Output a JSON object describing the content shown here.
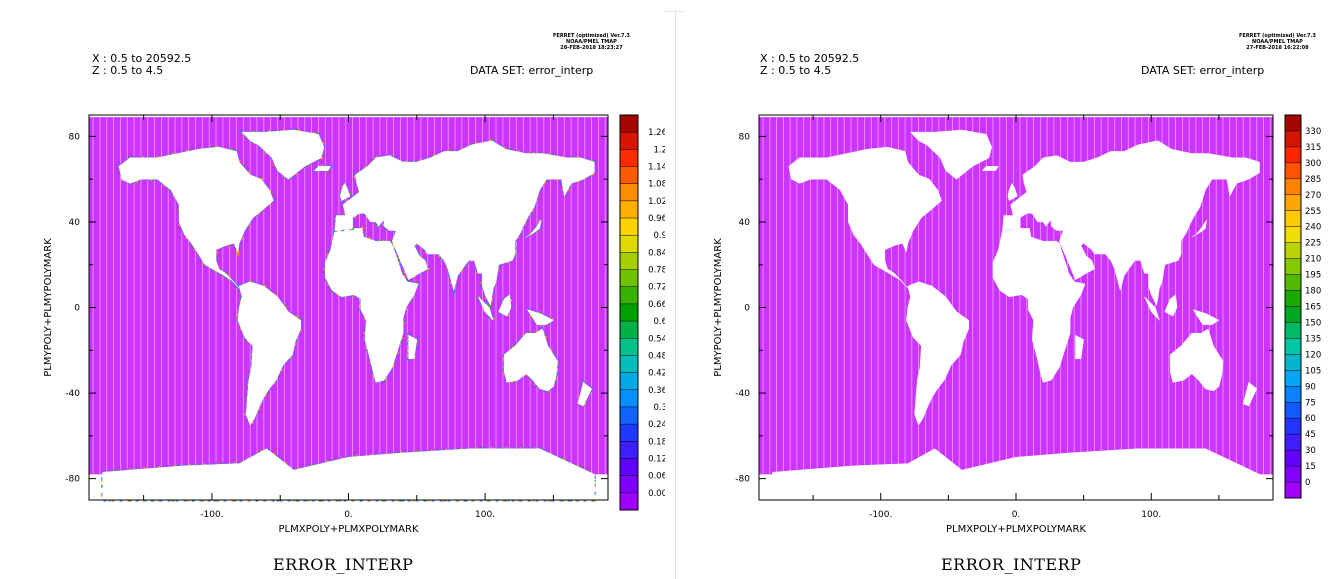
{
  "figures": [
    {
      "credit": [
        "FERRET (optimized) Ver.7.3",
        "NOAA/PMEL TMAP",
        "28-FEB-2018 18:23:27"
      ],
      "header_x": "X : 0.5 to 20592.5",
      "header_z": "Z : 0.5 to 4.5",
      "dataset": "DATA SET: error_interp",
      "title": "ERROR_INTERP",
      "chart_data": {
        "type": "heatmap",
        "variable": "ERROR_INTERP",
        "xlabel": "PLMXPOLY+PLMXPOLYMARK",
        "ylabel": "PLMYPOLY+PLMYPOLYMARK",
        "xlim": [
          -190,
          190
        ],
        "ylim": [
          -90,
          90
        ],
        "xticks": [
          "-100.",
          "0.",
          "100."
        ],
        "xtick_values": [
          -100,
          0,
          100
        ],
        "yticks": [
          "80",
          "40",
          "0",
          "-40",
          "-80"
        ],
        "ytick_values": [
          80,
          40,
          0,
          -40,
          -80
        ],
        "colorbar_labels": [
          "1.26",
          "1.2",
          "1.14",
          "1.08",
          "1.02",
          "0.96",
          "0.9",
          "0.84",
          "0.78",
          "0.72",
          "0.66",
          "0.6",
          "0.54",
          "0.48",
          "0.42",
          "0.36",
          "0.3",
          "0.24",
          "0.18",
          "0.12",
          "0.06",
          "0.00"
        ],
        "colorbar_range": [
          0,
          1.32
        ],
        "field_value": 0.0,
        "field_color": "#cc33ff",
        "coastline_highlights": true,
        "mask_color": "#ffffff"
      }
    },
    {
      "credit": [
        "FERRET (optimized) Ver.7.3",
        "NOAA/PMEL TMAP",
        "27-FEB-2018 16:22:08"
      ],
      "header_x": "X : 0.5 to 20592.5",
      "header_z": "Z : 0.5 to 4.5",
      "dataset": "DATA SET: error_interp",
      "title": "ERROR_INTERP",
      "chart_data": {
        "type": "heatmap",
        "variable": "ERROR_INTERP",
        "xlabel": "PLMXPOLY+PLMXPOLYMARK",
        "ylabel": "PLMYPOLY+PLMYPOLYMARK",
        "xlim": [
          -190,
          190
        ],
        "ylim": [
          -90,
          90
        ],
        "xticks": [
          "-100.",
          "0.",
          "100."
        ],
        "xtick_values": [
          -100,
          0,
          100
        ],
        "yticks": [
          "80",
          "40",
          "0",
          "-40",
          "-80"
        ],
        "ytick_values": [
          80,
          40,
          0,
          -40,
          -80
        ],
        "colorbar_labels": [
          "330",
          "315",
          "300",
          "285",
          "270",
          "255",
          "240",
          "225",
          "210",
          "195",
          "180",
          "165",
          "150",
          "135",
          "120",
          "105",
          "90",
          "75",
          "60",
          "45",
          "30",
          "15",
          "0"
        ],
        "colorbar_range": [
          0,
          345
        ],
        "field_value": 0,
        "field_color": "#cc33ff",
        "coastline_highlights": false,
        "mask_color": "#ffffff"
      }
    }
  ]
}
